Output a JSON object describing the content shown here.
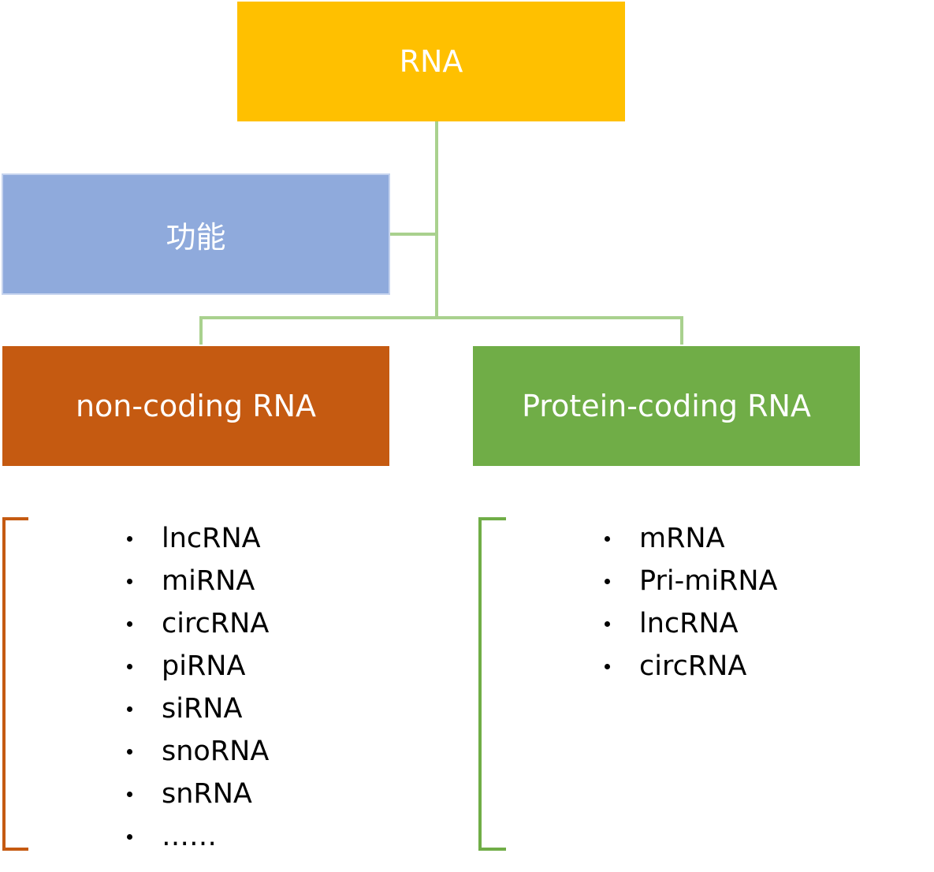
{
  "colors": {
    "root_fill": "#FFC000",
    "function_fill": "#8FAADC",
    "noncoding_fill": "#C55A11",
    "protein_coding_fill": "#70AD47",
    "connector": "#A9D18E",
    "noncoding_bracket": "#C55A11",
    "protein_coding_bracket": "#70AD47"
  },
  "nodes": {
    "root": "RNA",
    "function": "功能",
    "noncoding": "non-coding RNA",
    "protein_coding": "Protein-coding RNA"
  },
  "noncoding_list": [
    "lncRNA",
    "miRNA",
    "circRNA",
    "piRNA",
    "siRNA",
    "snoRNA",
    "snRNA",
    "……"
  ],
  "protein_coding_list": [
    "mRNA",
    "Pri-miRNA",
    "lncRNA",
    "circRNA"
  ]
}
